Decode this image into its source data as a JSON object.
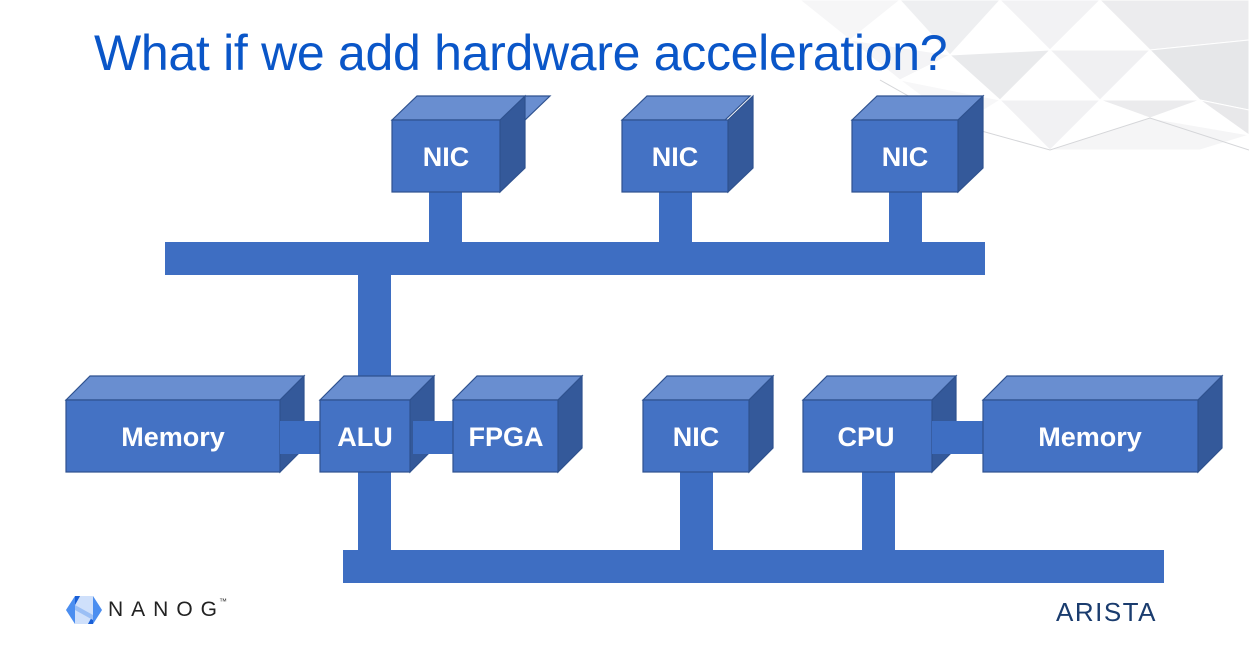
{
  "slide": {
    "title": "What if we add hardware acceleration?"
  },
  "colors": {
    "title": "#0a56c8",
    "box_front": "#4472c4",
    "box_top": "#698ed0",
    "box_side": "#34599a",
    "bus": "#3e6ec2",
    "nanog_text": "#222222",
    "arista_text": "#1a3c6e"
  },
  "diagram": {
    "top_nics": [
      {
        "label": "NIC"
      },
      {
        "label": "NIC"
      },
      {
        "label": "NIC"
      }
    ],
    "lower_components": [
      {
        "label": "Memory"
      },
      {
        "label": "ALU"
      },
      {
        "label": "FPGA"
      },
      {
        "label": "NIC"
      },
      {
        "label": "CPU"
      },
      {
        "label": "Memory"
      }
    ],
    "buses": [
      {
        "name": "upper-bus"
      },
      {
        "name": "lower-bus"
      }
    ]
  },
  "footer": {
    "left_logo": "NANOG",
    "left_logo_tm": "™",
    "right_logo": "ARISTA"
  }
}
